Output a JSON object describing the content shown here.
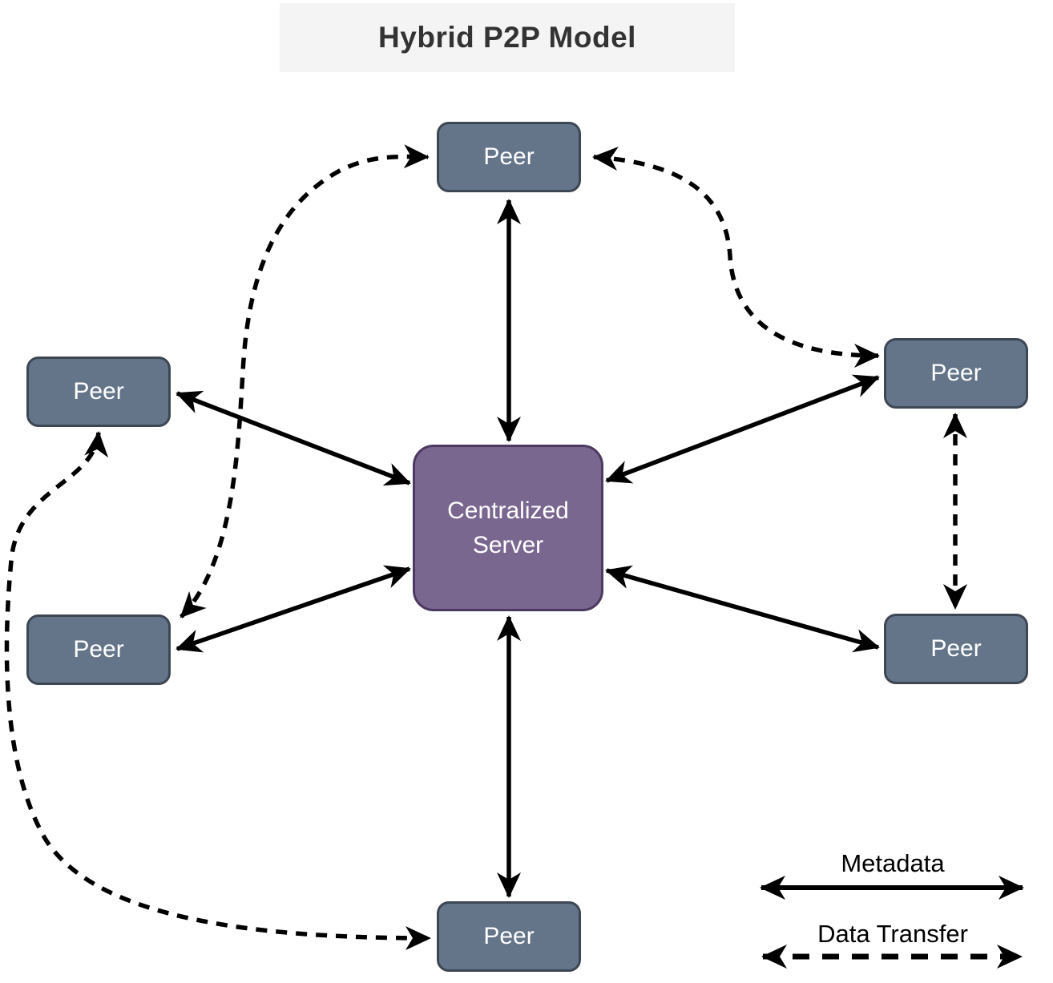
{
  "title": {
    "text": "Hybrid P2P Model"
  },
  "server": {
    "line1": "Centralized",
    "line2": "Server"
  },
  "peers": [
    {
      "id": "top",
      "label": "Peer"
    },
    {
      "id": "left",
      "label": "Peer"
    },
    {
      "id": "right",
      "label": "Peer"
    },
    {
      "id": "bottom-left",
      "label": "Peer"
    },
    {
      "id": "bottom-right",
      "label": "Peer"
    },
    {
      "id": "bottom",
      "label": "Peer"
    }
  ],
  "legend": {
    "metadata_label": "Metadata",
    "data_transfer_label": "Data Transfer"
  },
  "connections": {
    "metadata": [
      [
        "centralized-server",
        "peer-top"
      ],
      [
        "centralized-server",
        "peer-left"
      ],
      [
        "centralized-server",
        "peer-right"
      ],
      [
        "centralized-server",
        "peer-bottom-left"
      ],
      [
        "centralized-server",
        "peer-bottom-right"
      ],
      [
        "centralized-server",
        "peer-bottom"
      ]
    ],
    "data_transfer": [
      [
        "peer-bottom-left",
        "peer-top"
      ],
      [
        "peer-top",
        "peer-right"
      ],
      [
        "peer-right",
        "peer-bottom-right"
      ],
      [
        "peer-left",
        "peer-bottom"
      ]
    ]
  },
  "colors": {
    "background": "#ffffff",
    "peer_fill": "#64758a",
    "peer_border": "#3d4754",
    "server_fill": "#7a6790",
    "server_border": "#4c3961",
    "title_bg": "#f4f4f4",
    "title_text": "#333333",
    "node_text": "#ffffff",
    "arrow": "#000000"
  }
}
